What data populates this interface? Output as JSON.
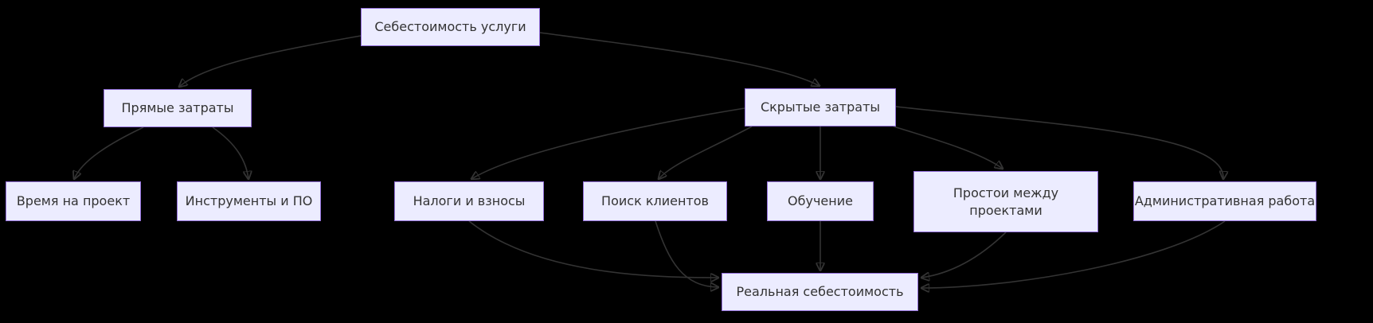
{
  "diagram": {
    "type": "flowchart",
    "direction": "top-down",
    "colors": {
      "background": "#000000",
      "node_fill": "#ECECFF",
      "node_border": "#9370DB",
      "node_text": "#333333",
      "edge": "#333333"
    },
    "nodes": {
      "root": {
        "id": "root",
        "label": "Себестоимость услуги"
      },
      "direct": {
        "id": "direct",
        "label": "Прямые затраты"
      },
      "hidden": {
        "id": "hidden",
        "label": "Скрытые затраты"
      },
      "time": {
        "id": "time",
        "label": "Время на проект"
      },
      "tools": {
        "id": "tools",
        "label": "Инструменты и ПО"
      },
      "taxes": {
        "id": "taxes",
        "label": "Налоги и взносы"
      },
      "clients": {
        "id": "clients",
        "label": "Поиск клиентов"
      },
      "training": {
        "id": "training",
        "label": "Обучение"
      },
      "downtime": {
        "id": "downtime",
        "label": "Простои между проектами"
      },
      "admin": {
        "id": "admin",
        "label": "Административная работа"
      },
      "real": {
        "id": "real",
        "label": "Реальная себестоимость"
      }
    },
    "edges": [
      {
        "from": "Себестоимость услуги",
        "to": "Прямые затраты"
      },
      {
        "from": "Себестоимость услуги",
        "to": "Скрытые затраты"
      },
      {
        "from": "Прямые затраты",
        "to": "Время на проект"
      },
      {
        "from": "Прямые затраты",
        "to": "Инструменты и ПО"
      },
      {
        "from": "Скрытые затраты",
        "to": "Налоги и взносы"
      },
      {
        "from": "Скрытые затраты",
        "to": "Поиск клиентов"
      },
      {
        "from": "Скрытые затраты",
        "to": "Обучение"
      },
      {
        "from": "Скрытые затраты",
        "to": "Простои между проектами"
      },
      {
        "from": "Скрытые затраты",
        "to": "Административная работа"
      },
      {
        "from": "Налоги и взносы",
        "to": "Реальная себестоимость"
      },
      {
        "from": "Поиск клиентов",
        "to": "Реальная себестоимость"
      },
      {
        "from": "Обучение",
        "to": "Реальная себестоимость"
      },
      {
        "from": "Простои между проектами",
        "to": "Реальная себестоимость"
      },
      {
        "from": "Административная работа",
        "to": "Реальная себестоимость"
      }
    ]
  }
}
